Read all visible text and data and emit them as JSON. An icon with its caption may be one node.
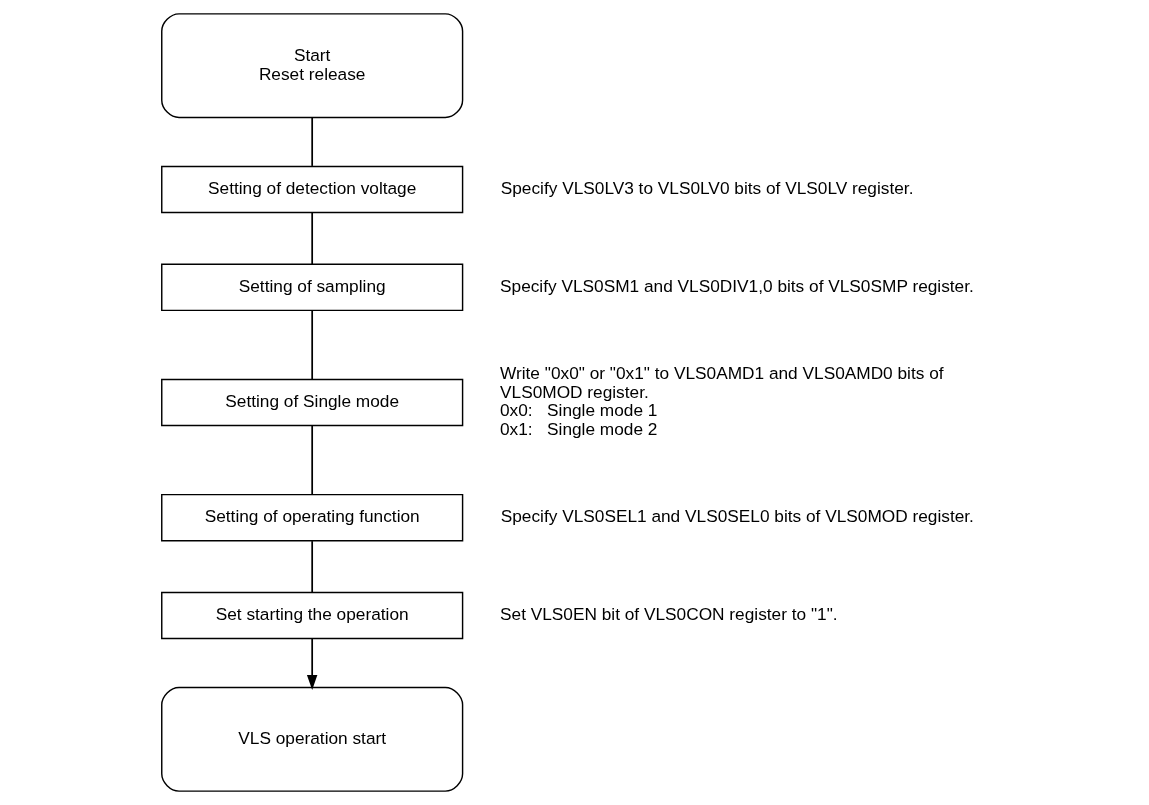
{
  "diagram": {
    "nodes": [
      {
        "text": [
          "Start",
          "Reset release"
        ]
      },
      {
        "text": [
          "Setting of detection voltage"
        ],
        "beside": [
          "Specify VLS0LV3 to VLS0LV0 bits of VLS0LV register."
        ]
      },
      {
        "text": [
          "Setting of sampling"
        ],
        "beside": [
          "Specify VLS0SM1 and VLS0DIV1,0 bits of VLS0SMP register."
        ]
      },
      {
        "text": [
          "Setting of Single mode"
        ],
        "beside": [
          "Write \"0x0\" or \"0x1\" to VLS0AMD1 and VLS0AMD0 bits of VLS0MOD register.",
          "0x0:   Single mode 1",
          "0x1:   Single mode 2"
        ]
      },
      {
        "text": [
          "Setting of operating function"
        ],
        "beside": [
          "Specify VLS0SEL1 and VLS0SEL0 bits of VLS0MOD register."
        ]
      },
      {
        "text": [
          "Set starting the operation"
        ],
        "beside": [
          "Set VLS0EN bit of VLS0CON register to \"1\"."
        ]
      },
      {
        "text": [
          "VLS operation start"
        ]
      }
    ],
    "edges": [
      {
        "from": 0,
        "to": 1,
        "arrow": "none"
      },
      {
        "from": 1,
        "to": 2,
        "arrow": "none"
      },
      {
        "from": 2,
        "to": 3,
        "arrow": "none"
      },
      {
        "from": 3,
        "to": 4,
        "arrow": "none"
      },
      {
        "from": 4,
        "to": 5,
        "arrow": "none"
      },
      {
        "from": 5,
        "to": 6,
        "arrow": "to"
      }
    ]
  }
}
